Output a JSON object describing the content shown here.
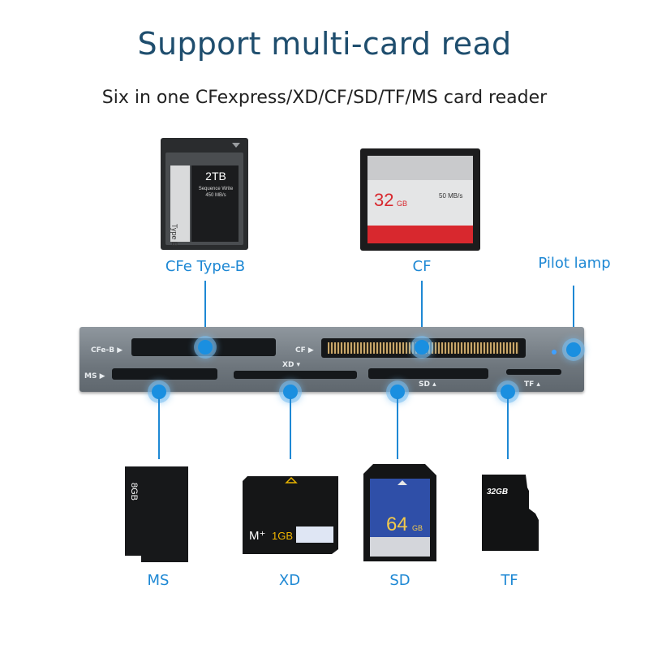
{
  "title": "Support multi-card read",
  "subtitle": "Six in one CFexpress/XD/CF/SD/TF/MS card reader",
  "labels": {
    "cfe": "CFe Type-B",
    "cf": "CF",
    "pilot": "Pilot lamp",
    "ms": "MS",
    "xd": "XD",
    "sd": "SD",
    "tf": "TF"
  },
  "panel_labels": {
    "cfe_b": "CFe-B ▶",
    "ms": "MS ▶",
    "cf": "CF ▶",
    "xd": "XD ▾",
    "sd": "SD ▴",
    "tf": "TF ▴"
  },
  "cards": {
    "cfe": {
      "capacity": "2TB",
      "line1": "Sequence Write",
      "line2": "450 MB/s",
      "side": "Type B"
    },
    "cf": {
      "capacity": "32",
      "unit": "GB",
      "speed": "50 MB/s"
    },
    "ms": {
      "capacity": "8GB"
    },
    "xd": {
      "brand": "M⁺",
      "capacity": "1GB"
    },
    "sd": {
      "capacity": "64",
      "unit": "GB"
    },
    "tf": {
      "capacity": "32GB"
    }
  },
  "colors": {
    "accent": "#1e88d4",
    "title": "#1f4e6e",
    "panel": "#6e767d",
    "cf_red": "#d8282e",
    "sd_blue": "#2f4fa8"
  }
}
